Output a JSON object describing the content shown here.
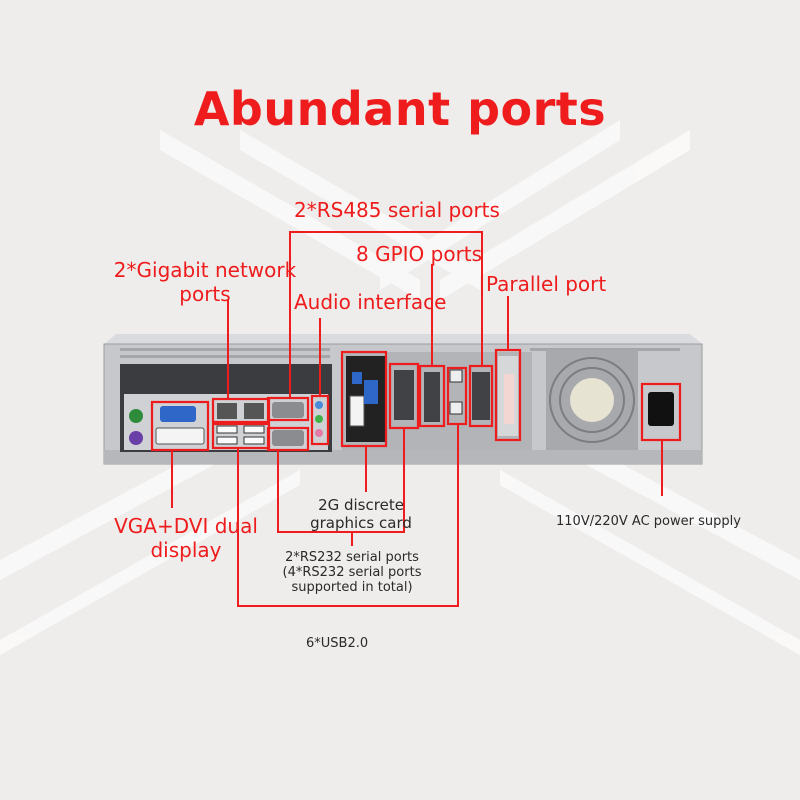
{
  "title": "Abundant ports",
  "labels": {
    "rs485": "2*RS485 serial ports",
    "gpio": "8 GPIO ports",
    "gigabit_line1": "2*Gigabit network",
    "gigabit_line2": "ports",
    "audio": "Audio interface",
    "parallel": "Parallel port",
    "vga_line1": "VGA+DVI dual",
    "vga_line2": "display",
    "graphics_line1": "2G discrete",
    "graphics_line2": "graphics card",
    "rs232_line1": "2*RS232 serial ports",
    "rs232_line2": "(4*RS232 serial ports",
    "rs232_line3": "supported in total)",
    "usb": "6*USB2.0",
    "power": "110V/220V AC power supply"
  },
  "colors": {
    "accent": "#ee1c1c",
    "background": "#efedeb",
    "chassis": "#c9cbce",
    "text_dark": "#2a2a2a"
  }
}
